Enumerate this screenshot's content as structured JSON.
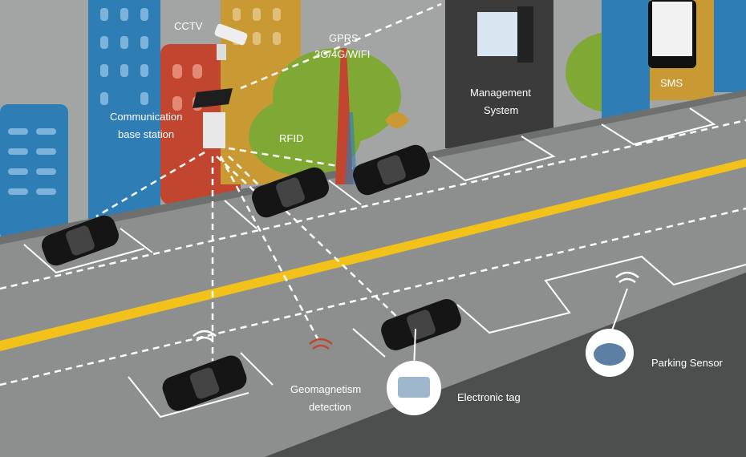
{
  "labels": {
    "cctv": "CCTV",
    "gprs_line1": "GPRS",
    "gprs_line2": "3G/4G/WIFI",
    "management_line1": "Management",
    "management_line2": "System",
    "sms": "SMS",
    "base_station_line1": "Communication",
    "base_station_line2": "base station",
    "rfid": "RFID",
    "geomagnetism_line1": "Geomagnetism",
    "geomagnetism_line2": "detection",
    "electronic_tag": "Electronic tag",
    "parking_sensor": "Parking Sensor"
  },
  "colors": {
    "sky": "#a3a5a5",
    "building_blue": "#2f7db5",
    "building_red": "#c2452f",
    "building_mustard": "#c99a33",
    "tree_green": "#7fa934",
    "panel_dark": "#3b3b3b",
    "road": "#8d8f8f",
    "lane_yellow": "#f2c21a"
  }
}
